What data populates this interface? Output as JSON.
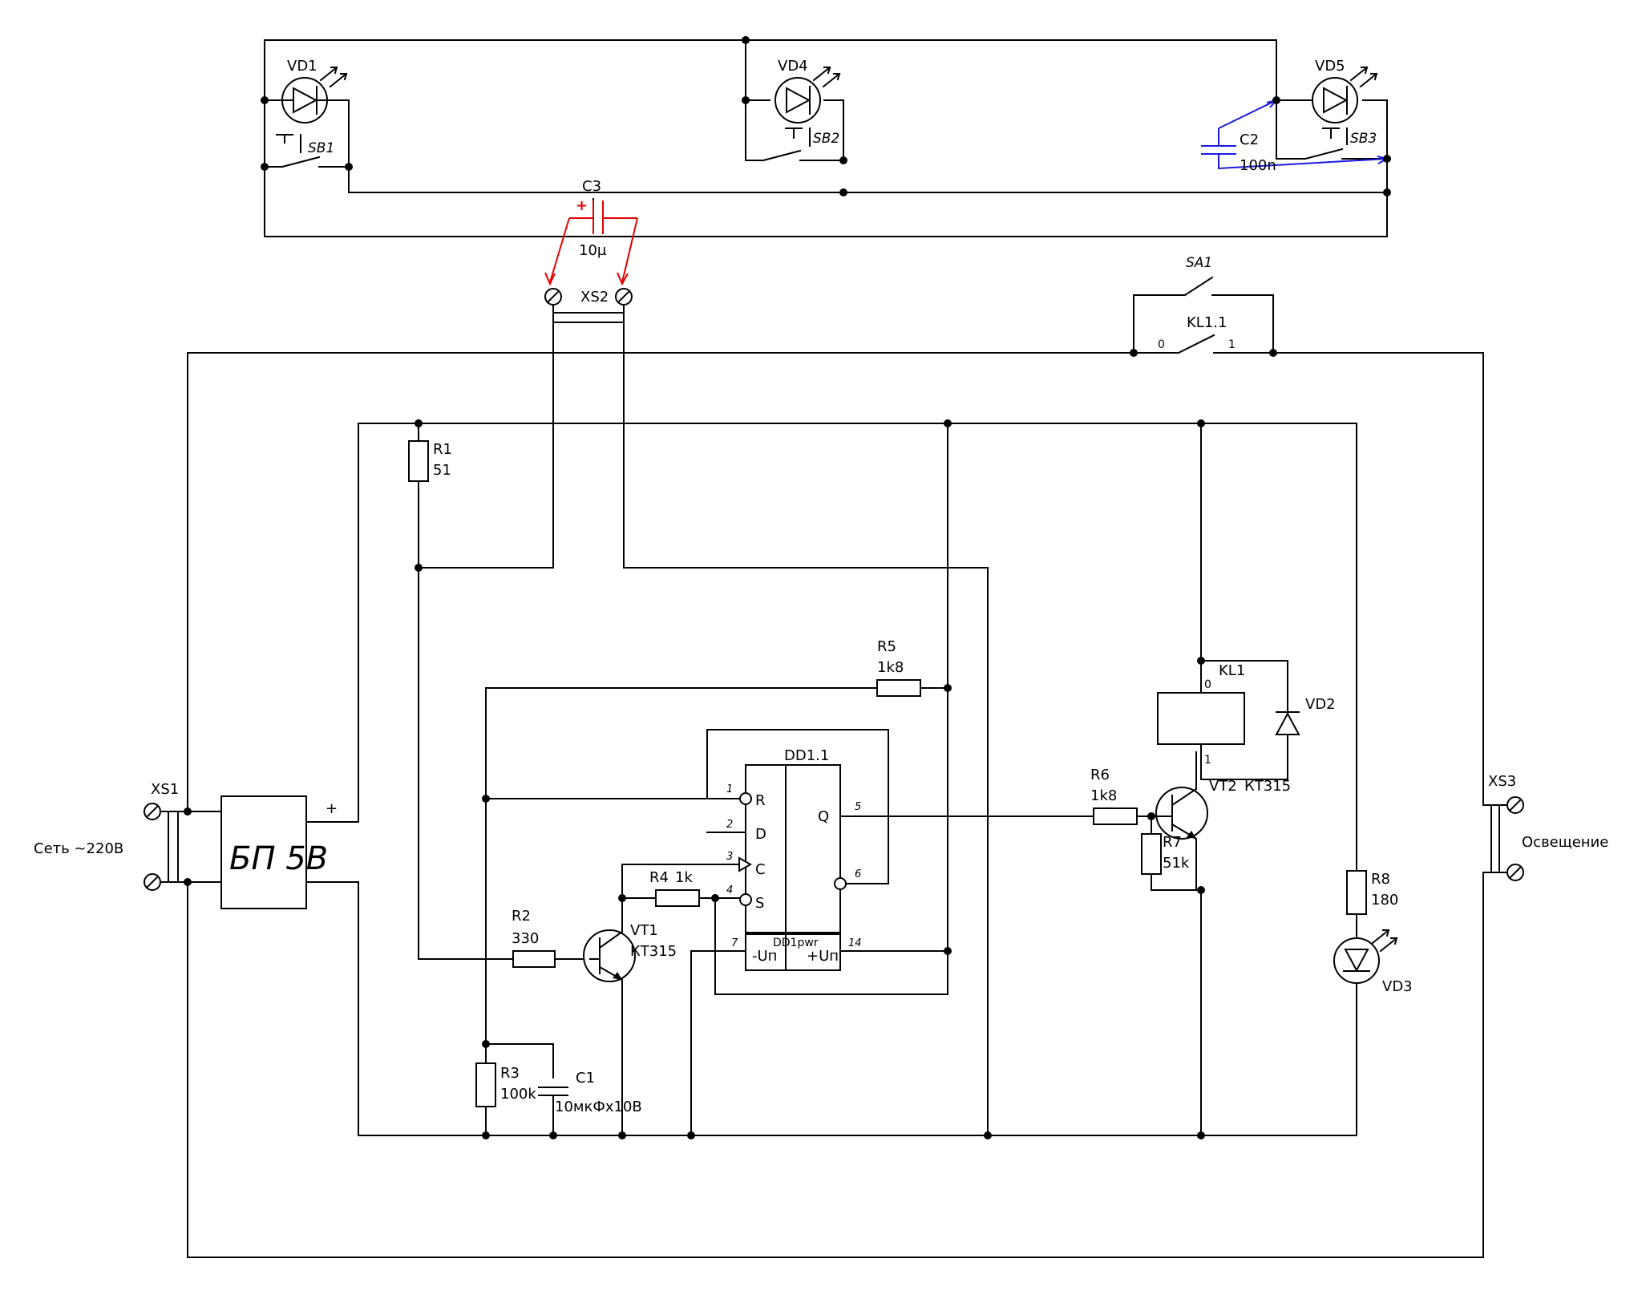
{
  "power_supply": {
    "label": "БП 5В",
    "plus": "+"
  },
  "mains": {
    "connector": "XS1",
    "label": "Сеть ~220В"
  },
  "lighting": {
    "connector": "XS3",
    "label": "Освещение"
  },
  "panel": {
    "connector": "XS2",
    "vd1": "VD1",
    "vd4": "VD4",
    "vd5": "VD5",
    "sb1": "SB1",
    "sb2": "SB2",
    "sb3": "SB3",
    "c2": "C2",
    "c2_value": "100n",
    "c3": "C3",
    "c3_value": "10µ",
    "c3_plus": "+"
  },
  "switches": {
    "sa1": "SA1",
    "kl11": "KL1.1",
    "pin0": "0",
    "pin1": "1"
  },
  "relay": {
    "name": "KL1",
    "pin0": "0",
    "pin1": "1"
  },
  "resistors": {
    "r1": "R1",
    "r1_value": "51",
    "r2": "R2",
    "r2_value": "330",
    "r3": "R3",
    "r3_value": "100k",
    "r4": "R4",
    "r4_value": "1k",
    "r5": "R5",
    "r5_value": "1k8",
    "r6": "R6",
    "r6_value": "1k8",
    "r7": "R7",
    "r7_value": "51k",
    "r8": "R8",
    "r8_value": "180"
  },
  "capacitors": {
    "c1": "C1",
    "c1_value": "10мкФх10В"
  },
  "transistors": {
    "vt1": "VT1",
    "vt1_type": "КТ315",
    "vt2": "VT2",
    "vt2_type": "КТ315"
  },
  "diodes": {
    "vd2": "VD2",
    "vd3": "VD3"
  },
  "chip": {
    "name": "DD1.1",
    "power_label": "DD1pwr",
    "pins": {
      "r": "R",
      "d": "D",
      "c": "C",
      "s": "S",
      "q": "Q",
      "vneg": "-Uп",
      "vpos": "+Uп"
    },
    "pin_numbers": {
      "p1": "1",
      "p2": "2",
      "p3": "3",
      "p4": "4",
      "p5": "5",
      "p6": "6",
      "p7": "7",
      "p14": "14"
    }
  }
}
